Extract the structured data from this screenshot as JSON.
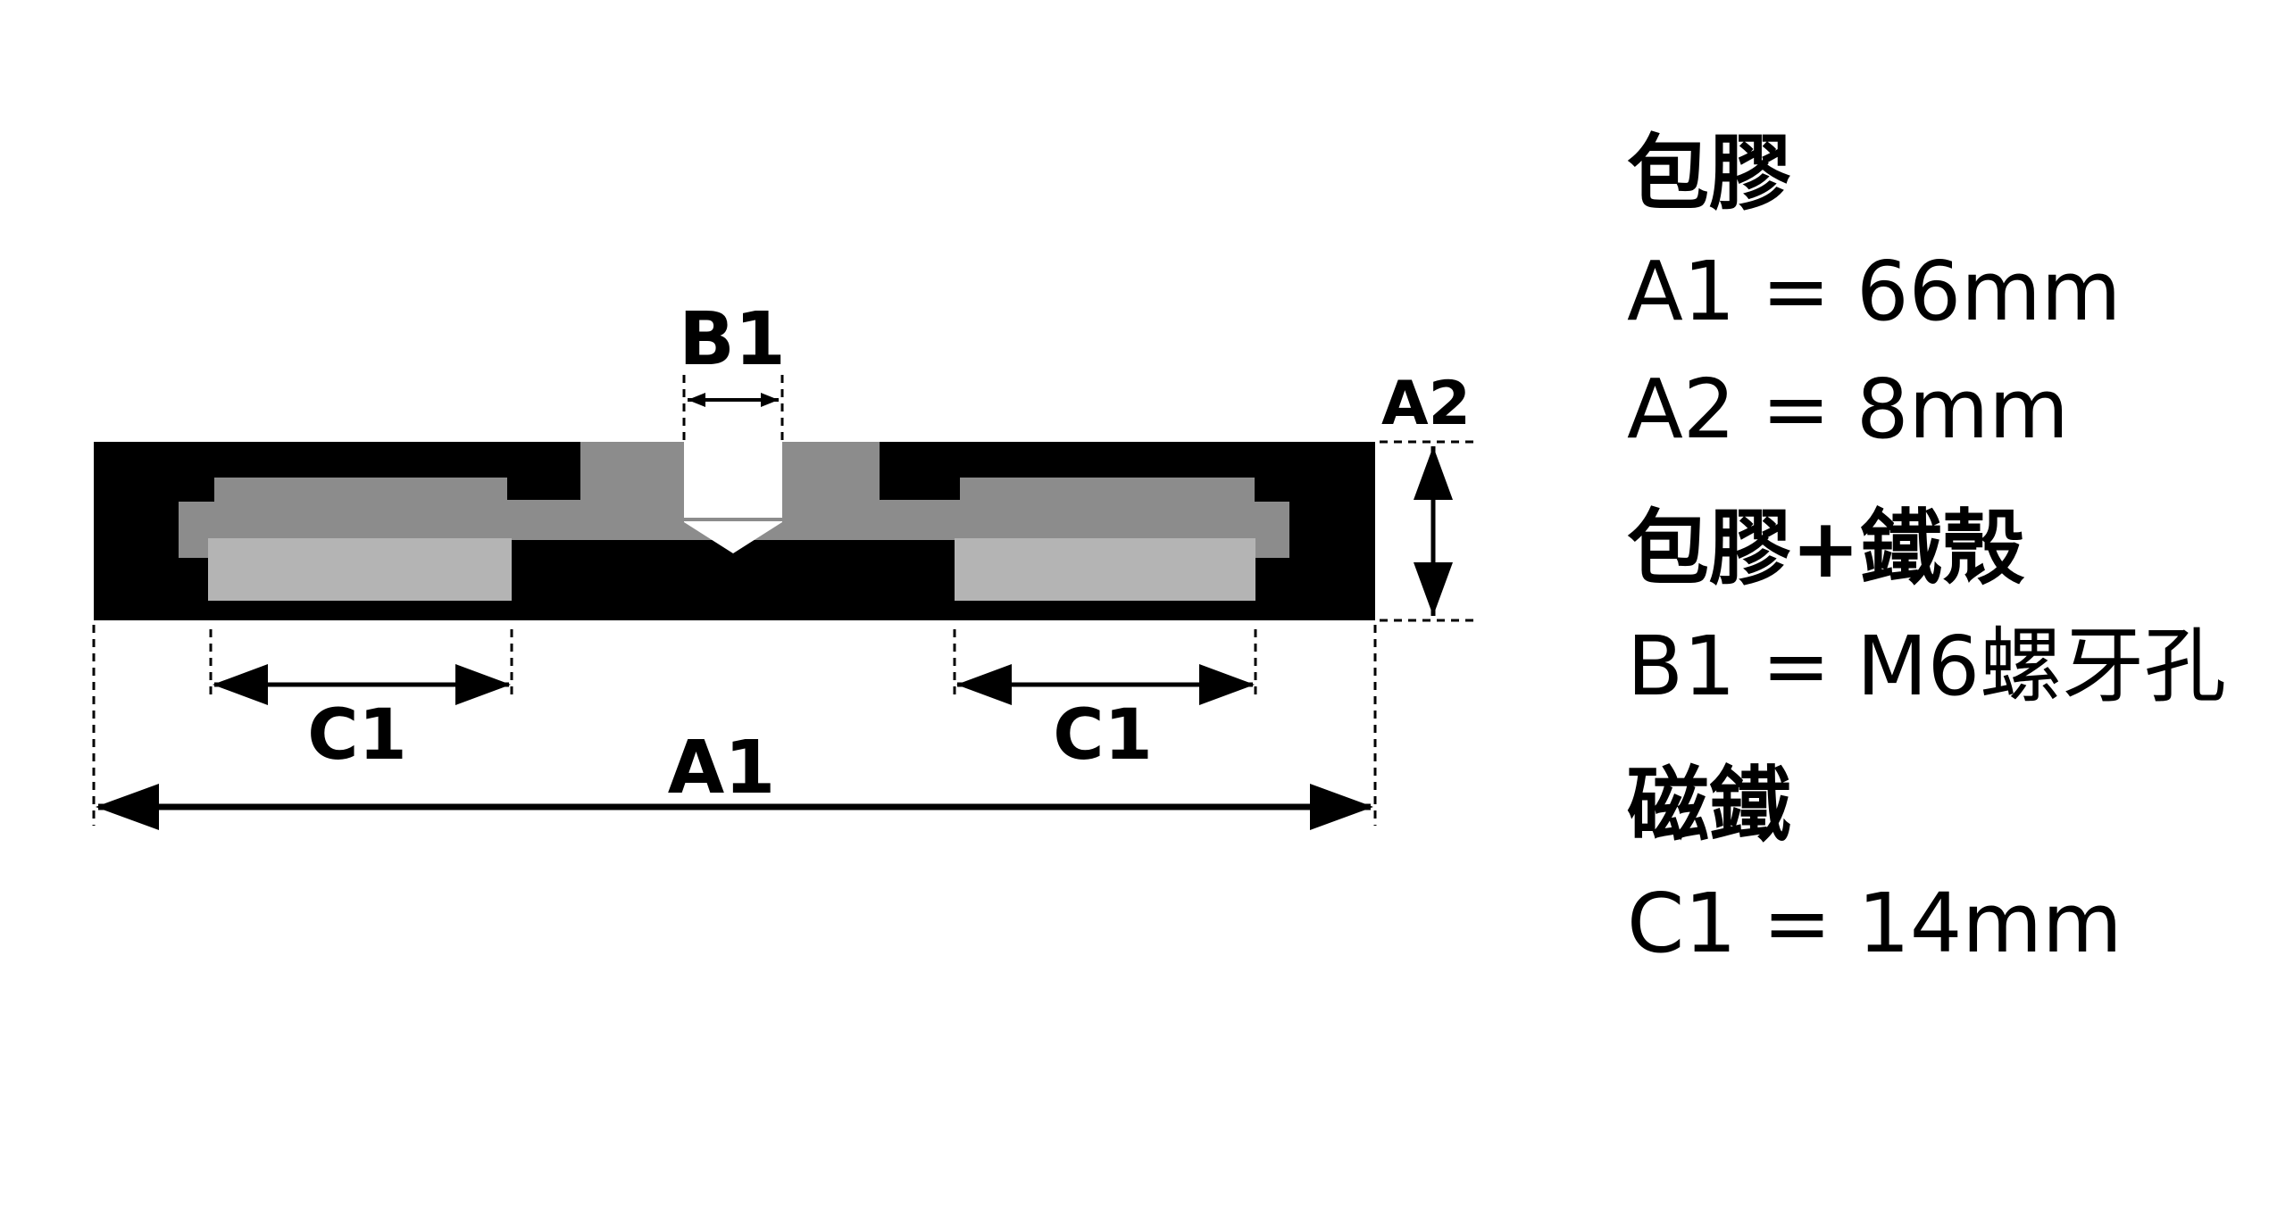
{
  "colors": {
    "rubber": "#000000",
    "steel_shell": "#8c8c8c",
    "magnet": "#b4b4b4",
    "thread_hole": "#ffffff",
    "dimension_line": "#000000"
  },
  "labels": {
    "b1": "B1",
    "a2": "A2",
    "c1_left": "C1",
    "c1_right": "C1",
    "a1": "A1"
  },
  "legend": {
    "rubber_title": "包膠",
    "a1_spec": "A1 = 66mm",
    "a2_spec": "A2 = 8mm",
    "shell_title": "包膠+鐵殼",
    "b1_spec": "B1 = M6螺牙孔",
    "magnet_title": "磁鐵",
    "c1_spec": "C1 = 14mm"
  }
}
